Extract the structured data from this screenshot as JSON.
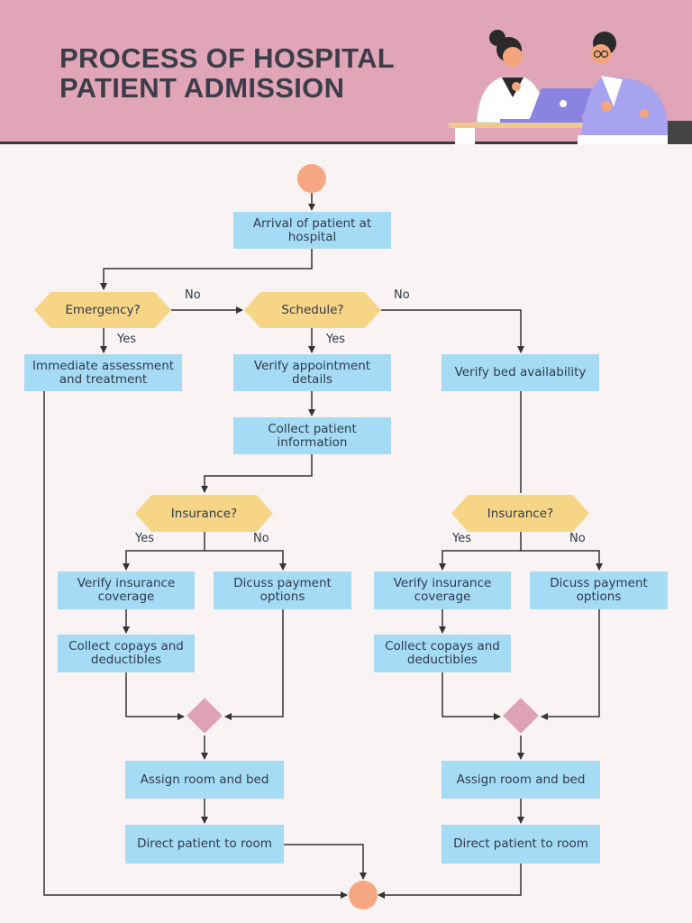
{
  "header": {
    "title_line1": "PROCESS OF HOSPITAL",
    "title_line2": "PATIENT ADMISSION",
    "background": "#e0a5b6"
  },
  "colors": {
    "process": "#a6dbf6",
    "decision": "#f6d587",
    "terminal": "#f6a781",
    "merge": "#dea1b7"
  },
  "nodes": {
    "arrival": "Arrival of patient at hospital",
    "emergency": "Emergency?",
    "schedule": "Schedule?",
    "immediate": "Immediate assessment and treatment",
    "verify_appt": "Verify appointment details",
    "verify_bed": "Verify bed availability",
    "collect_info": "Collect patient information",
    "insurance_left": "Insurance?",
    "insurance_right": "Insurance?",
    "verify_ins_left": "Verify insurance coverage",
    "discuss_left": "Dicuss payment options",
    "verify_ins_right": "Verify insurance coverage",
    "discuss_right": "Dicuss payment options",
    "copays_left": "Collect copays and deductibles",
    "copays_right": "Collect copays and deductibles",
    "assign_left": "Assign room and bed",
    "assign_right": "Assign room and bed",
    "direct_left": "Direct patient to room",
    "direct_right": "Direct patient to room"
  },
  "labels": {
    "yes": "Yes",
    "no": "No"
  }
}
